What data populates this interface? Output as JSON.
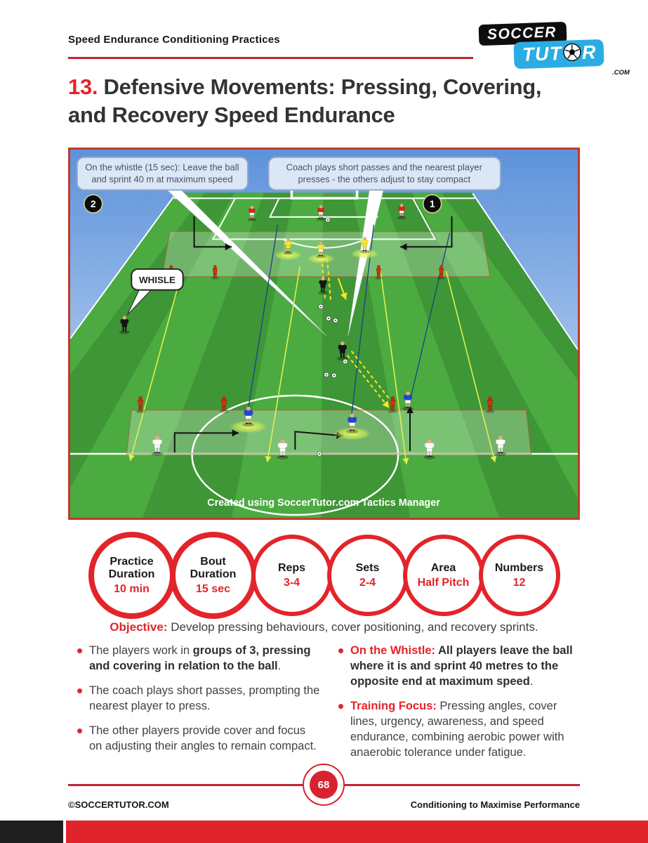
{
  "header": {
    "section_title": "Speed Endurance Conditioning Practices"
  },
  "logo": {
    "top": "SOCCER",
    "bottom_left": "TUT",
    "bottom_right": "R",
    "suffix": ".COM"
  },
  "title": {
    "number": "13.",
    "line1": " Defensive Movements: Pressing, Covering,",
    "line2": "and Recovery Speed Endurance"
  },
  "diagram": {
    "step2_badge": "2",
    "step1_badge": "1",
    "bubble_left": {
      "line1": "On the whistle (15 sec): Leave the ball",
      "line2": "and sprint 40 m at maximum speed"
    },
    "bubble_right": {
      "line1": "Coach plays short passes and the nearest player",
      "line2": "presses - the others adjust to stay compact"
    },
    "whistle_label": "WHISLE",
    "credit": "Created using SoccerTutor.com Tactics Manager"
  },
  "stats": [
    {
      "label": "Practice Duration",
      "value": "10 min"
    },
    {
      "label": "Bout Duration",
      "value": "15 sec"
    },
    {
      "label": "Reps",
      "value": "3-4"
    },
    {
      "label": "Sets",
      "value": "2-4"
    },
    {
      "label": "Area",
      "value": "Half Pitch"
    },
    {
      "label": "Numbers",
      "value": "12"
    }
  ],
  "objective": {
    "label": "Objective:",
    "text": " Develop pressing behaviours, cover positioning, and recovery sprints."
  },
  "bullets": {
    "left": [
      {
        "pre": "The players work in ",
        "bold": "groups of 3, pressing and covering in relation to the ball",
        "post": "."
      },
      {
        "pre": "The coach plays short passes, prompting the nearest player to press.",
        "bold": "",
        "post": ""
      },
      {
        "pre": "The other players provide cover and focus on adjusting their angles to remain compact.",
        "bold": "",
        "post": ""
      }
    ],
    "right": [
      {
        "lead": "On the Whistle:",
        "bold": " All players leave the ball where it is and sprint 40 metres to the opposite end at maximum speed",
        "tail": "."
      },
      {
        "lead": "Training Focus:",
        "bold": "",
        "tail": " Pressing angles, cover lines, urgency, awareness, and speed endurance, combining aerobic power with anaerobic tolerance under fatigue."
      }
    ]
  },
  "footer": {
    "page_number": "68",
    "copyright": "©SOCCERTUTOR.COM",
    "tagline": "Conditioning to Maximise Performance"
  },
  "colors": {
    "accent_red": "#e3242b",
    "rule_red": "#c12630",
    "logo_blue": "#2bace2",
    "pitch_green": "#43a13b",
    "sky_blue": "#5d92da"
  }
}
